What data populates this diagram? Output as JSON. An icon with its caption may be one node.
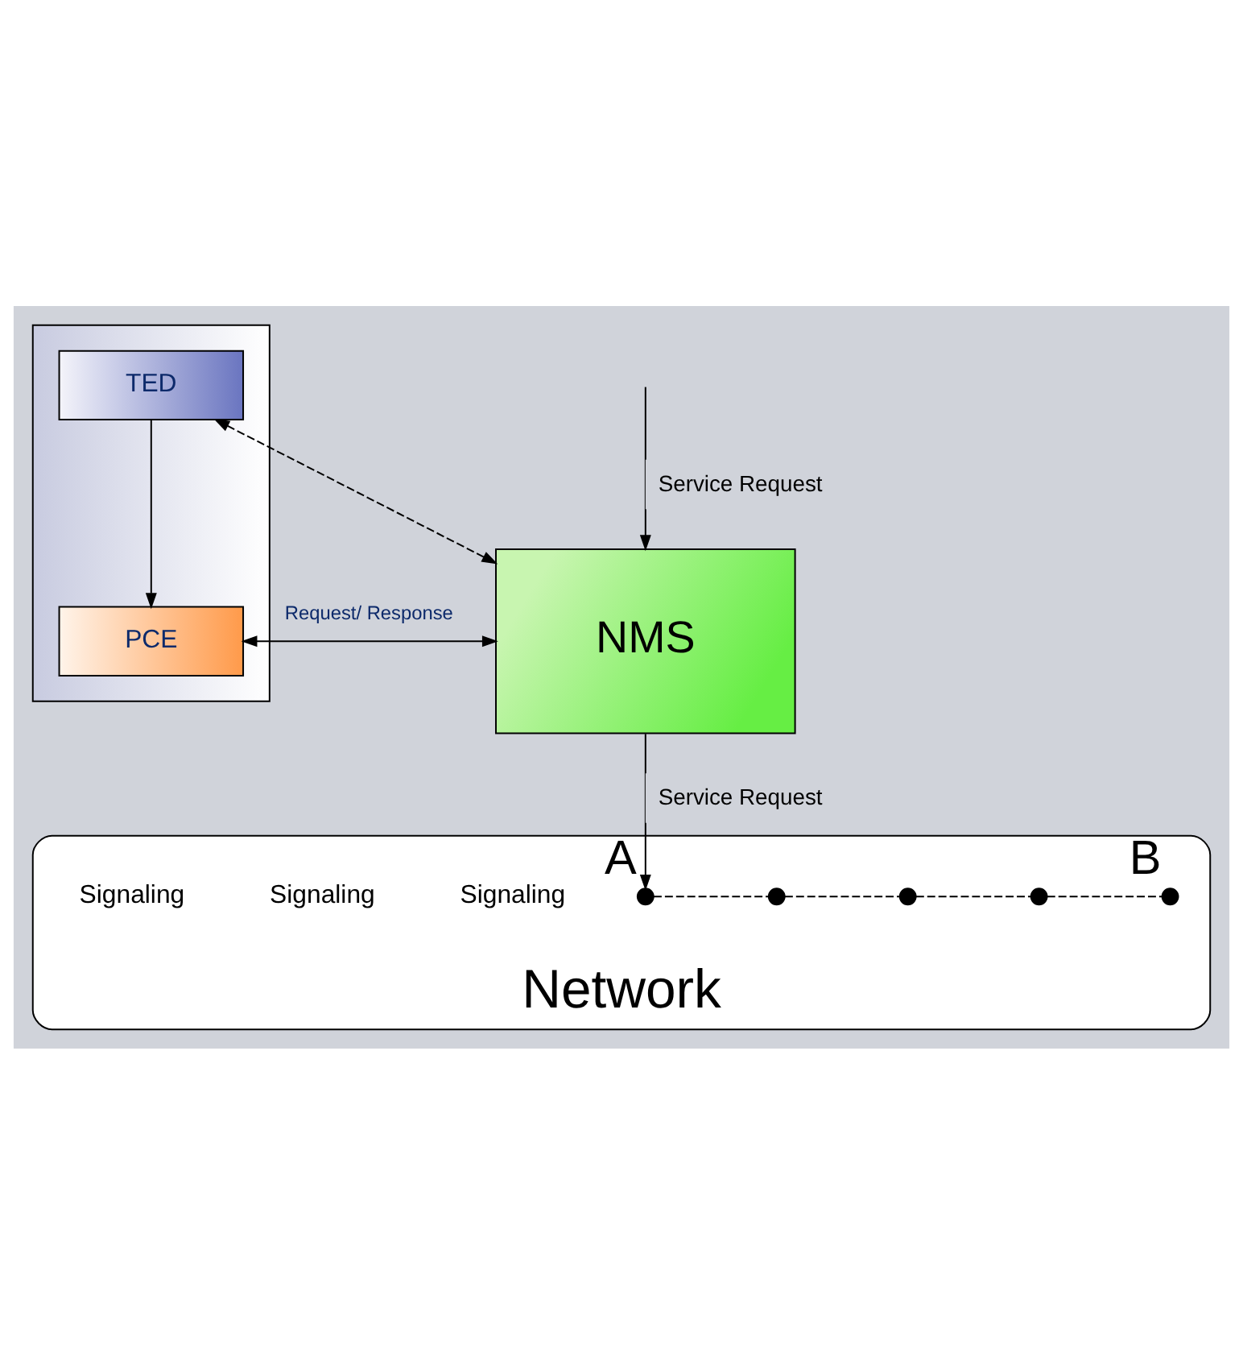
{
  "diagram": {
    "nodes": [
      {
        "text": [
          "NMS"
        ]
      },
      {
        "text": [],
        "shape": "box"
      },
      {
        "text": [
          "TED"
        ],
        "in": 1
      },
      {
        "text": [
          "PCE"
        ],
        "in": 1
      },
      {
        "text": [
          "Network"
        ]
      },
      {
        "text": [],
        "shape": "circle",
        "in": 4,
        "beside": [
          "A"
        ]
      },
      {
        "text": [],
        "shape": "circle",
        "in": 4
      },
      {
        "text": [],
        "shape": "circle",
        "in": 4
      },
      {
        "text": [],
        "shape": "circle",
        "in": 4
      },
      {
        "text": [],
        "shape": "circle",
        "in": 4,
        "beside": [
          "B"
        ]
      }
    ],
    "edges": [
      {
        "from": null,
        "to": 0,
        "arrow": "to",
        "label": "Service Request"
      },
      {
        "from": 2,
        "to": 0,
        "arrow": "both",
        "style": "dashed"
      },
      {
        "from": 2,
        "to": 3,
        "arrow": "to"
      },
      {
        "from": 0,
        "to": 3,
        "arrow": "both",
        "label": "Request/ Response"
      },
      {
        "from": 0,
        "to": 5,
        "arrow": "to",
        "label": "Service Request"
      },
      {
        "from": 5,
        "to": 6,
        "arrow": "none",
        "style": "dashed"
      },
      {
        "from": 6,
        "to": 7,
        "arrow": "none",
        "style": "dashed"
      },
      {
        "from": 7,
        "to": 8,
        "arrow": "none",
        "style": "dashed"
      },
      {
        "from": 8,
        "to": 9,
        "arrow": "none",
        "style": "dashed"
      }
    ],
    "labels": [
      "Signaling",
      "Signaling",
      "Signaling"
    ]
  }
}
